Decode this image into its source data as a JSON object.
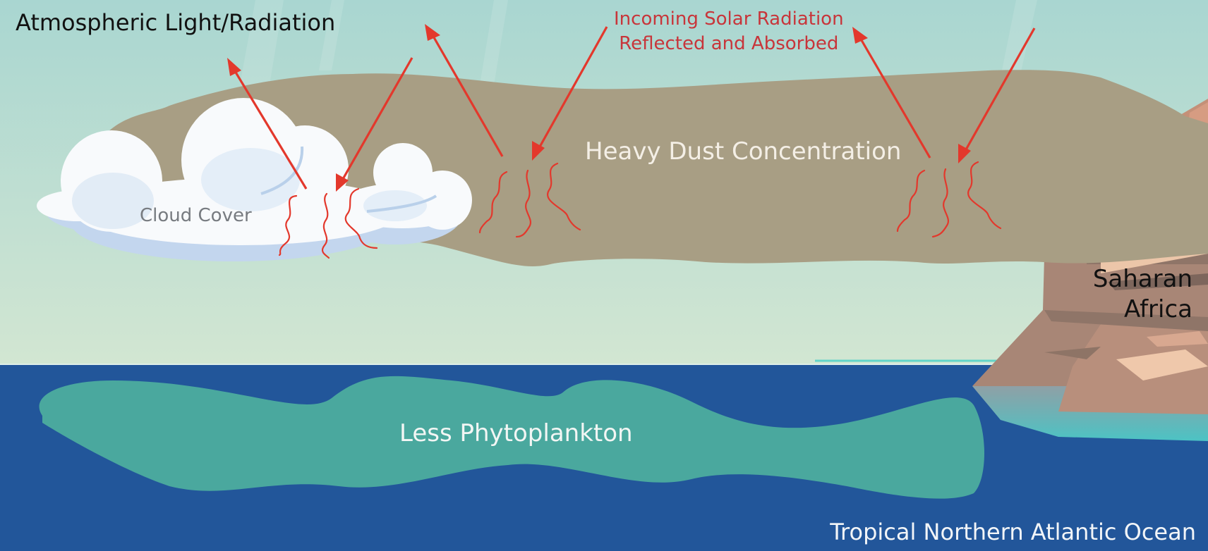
{
  "diagram": {
    "title": "Atmospheric Light/Radiation",
    "solar_label_line1": "Incoming Solar Radiation",
    "solar_label_line2": "Reflected and Absorbed",
    "dust_label": "Heavy Dust Concentration",
    "cloud_label": "Cloud Cover",
    "land_label_line1": "Saharan",
    "land_label_line2": "Africa",
    "plankton_label": "Less Phytoplankton",
    "ocean_label": "Tropical Northern Atlantic Ocean"
  },
  "colors": {
    "sky_top": "#a9d6d1",
    "sky_bottom": "#d2e6d2",
    "dust": "#a89e84",
    "ocean": "#22569a",
    "plankton": "#4aa89e",
    "cloud": "#f8fafc",
    "cloud_shadow": "#c3d6ee",
    "arrow": "#e3382c",
    "rock": "#a88676"
  }
}
